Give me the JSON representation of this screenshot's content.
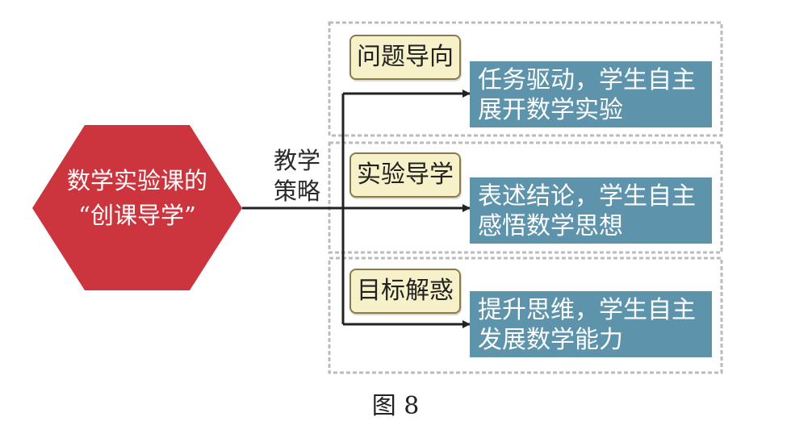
{
  "center": {
    "line1": "数学实验课的",
    "line2": "“创课导学”"
  },
  "strategy": {
    "line1": "教学",
    "line2": "策略"
  },
  "branches": [
    {
      "tag": "问题导向",
      "result_line1": "任务驱动，学生自主",
      "result_line2": "展开数学实验"
    },
    {
      "tag": "实验导学",
      "result_line1": "表述结论，学生自主",
      "result_line2": "感悟数学思想"
    },
    {
      "tag": "目标解惑",
      "result_line1": "提升思维，学生自主",
      "result_line2": "发展数学能力"
    }
  ],
  "caption": "图 8",
  "colors": {
    "hexagon": "#cc353d",
    "tag_fill": "#f7f1c9",
    "result_fill": "#5e93ac",
    "connector": "#222222",
    "dashed_border": "#bbbbbb"
  }
}
